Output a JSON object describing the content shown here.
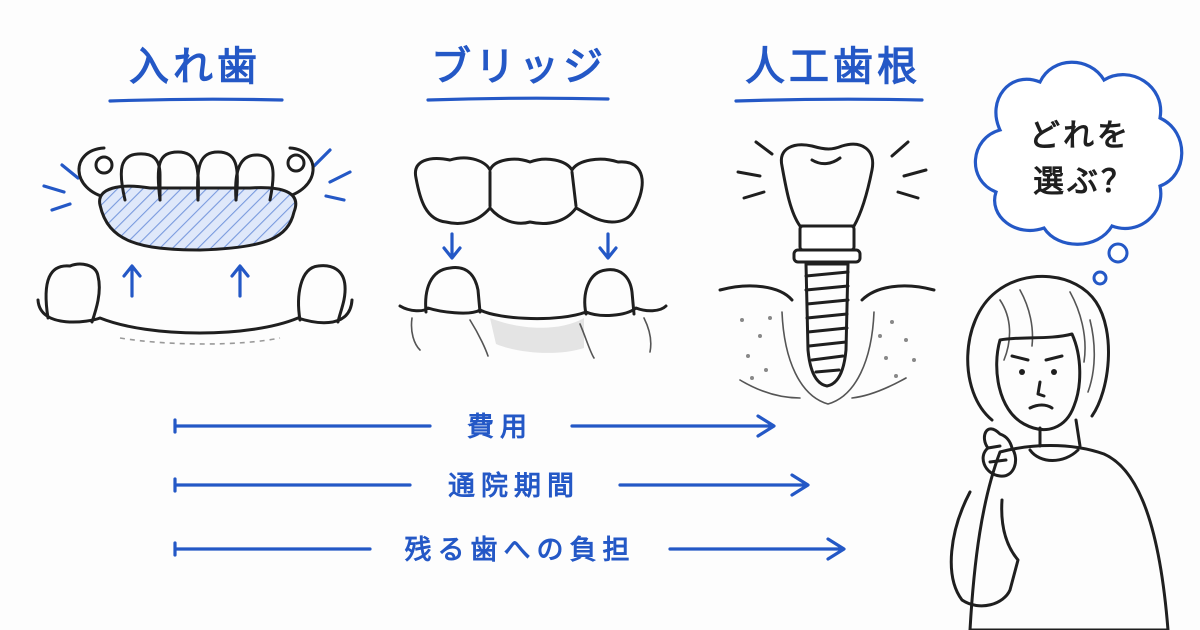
{
  "options": [
    {
      "label": "入れ歯"
    },
    {
      "label": "ブリッジ"
    },
    {
      "label": "人工歯根"
    }
  ],
  "comparisons": [
    {
      "label": "費用"
    },
    {
      "label": "通院期間"
    },
    {
      "label": "残る歯への負担"
    }
  ],
  "thought_bubble": {
    "line1": "どれを",
    "line2": "選ぶ？"
  },
  "colors": {
    "accent": "#2458c6",
    "ink": "#1f1f1f",
    "denture_fill": "#cfdcf5"
  }
}
